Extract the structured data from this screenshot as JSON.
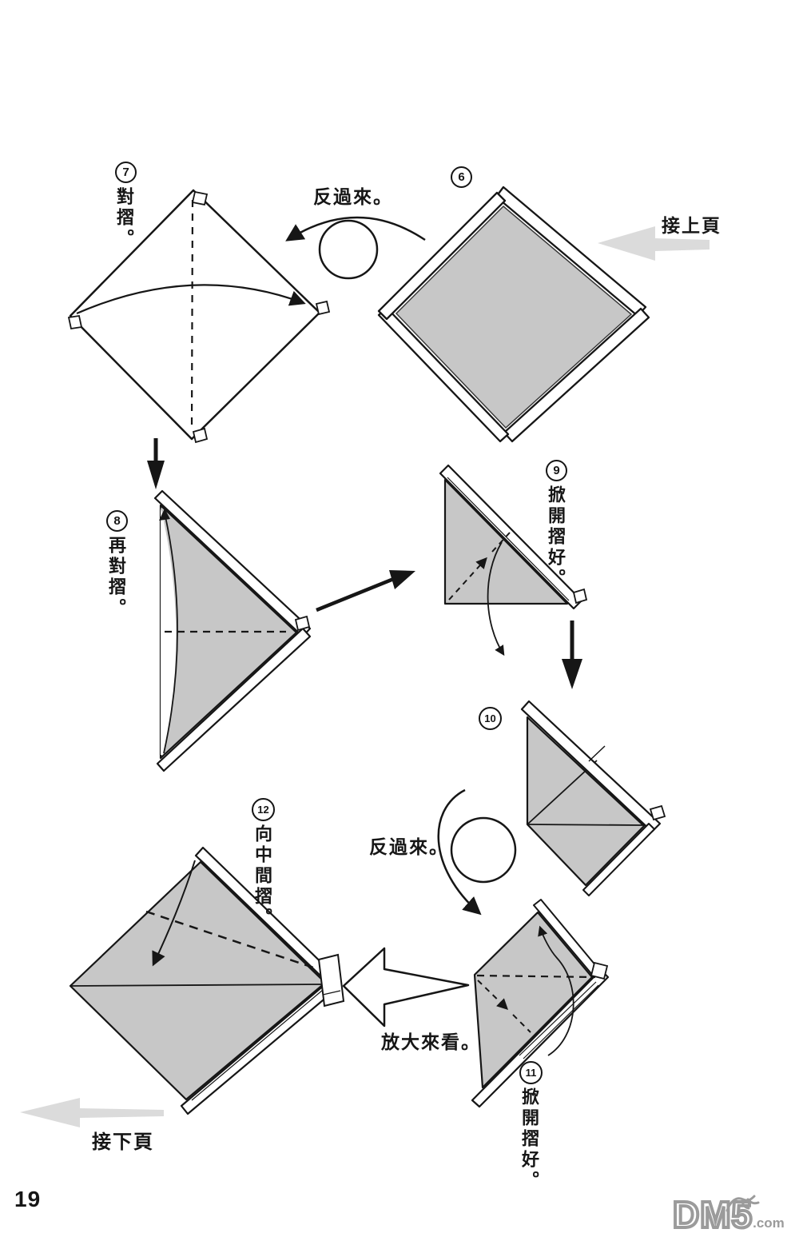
{
  "page": {
    "number": "19"
  },
  "colors": {
    "ink": "#161616",
    "paper_shade": "#c7c7c7",
    "soft_arrow_gray": "#dbdbdb",
    "watermark_gray": "#9b9b9b"
  },
  "steps": {
    "s6": {
      "num": "6"
    },
    "s7": {
      "num": "7",
      "label": "對摺。"
    },
    "s8": {
      "num": "8",
      "label": "再對摺。"
    },
    "s9": {
      "num": "9",
      "label": "掀開摺好。"
    },
    "s10": {
      "num": "10"
    },
    "s11": {
      "num": "11",
      "label": "掀開摺好。"
    },
    "s12": {
      "num": "12",
      "label": "向中間摺。"
    }
  },
  "annotations": {
    "turn_over_top": "反過來。",
    "turn_over_mid": "反過來。",
    "prev_page": "接上頁",
    "next_page": "接下頁",
    "zoom_hint": "放大來看。"
  },
  "watermark": {
    "name": "DM5",
    "suffix": ".com"
  }
}
